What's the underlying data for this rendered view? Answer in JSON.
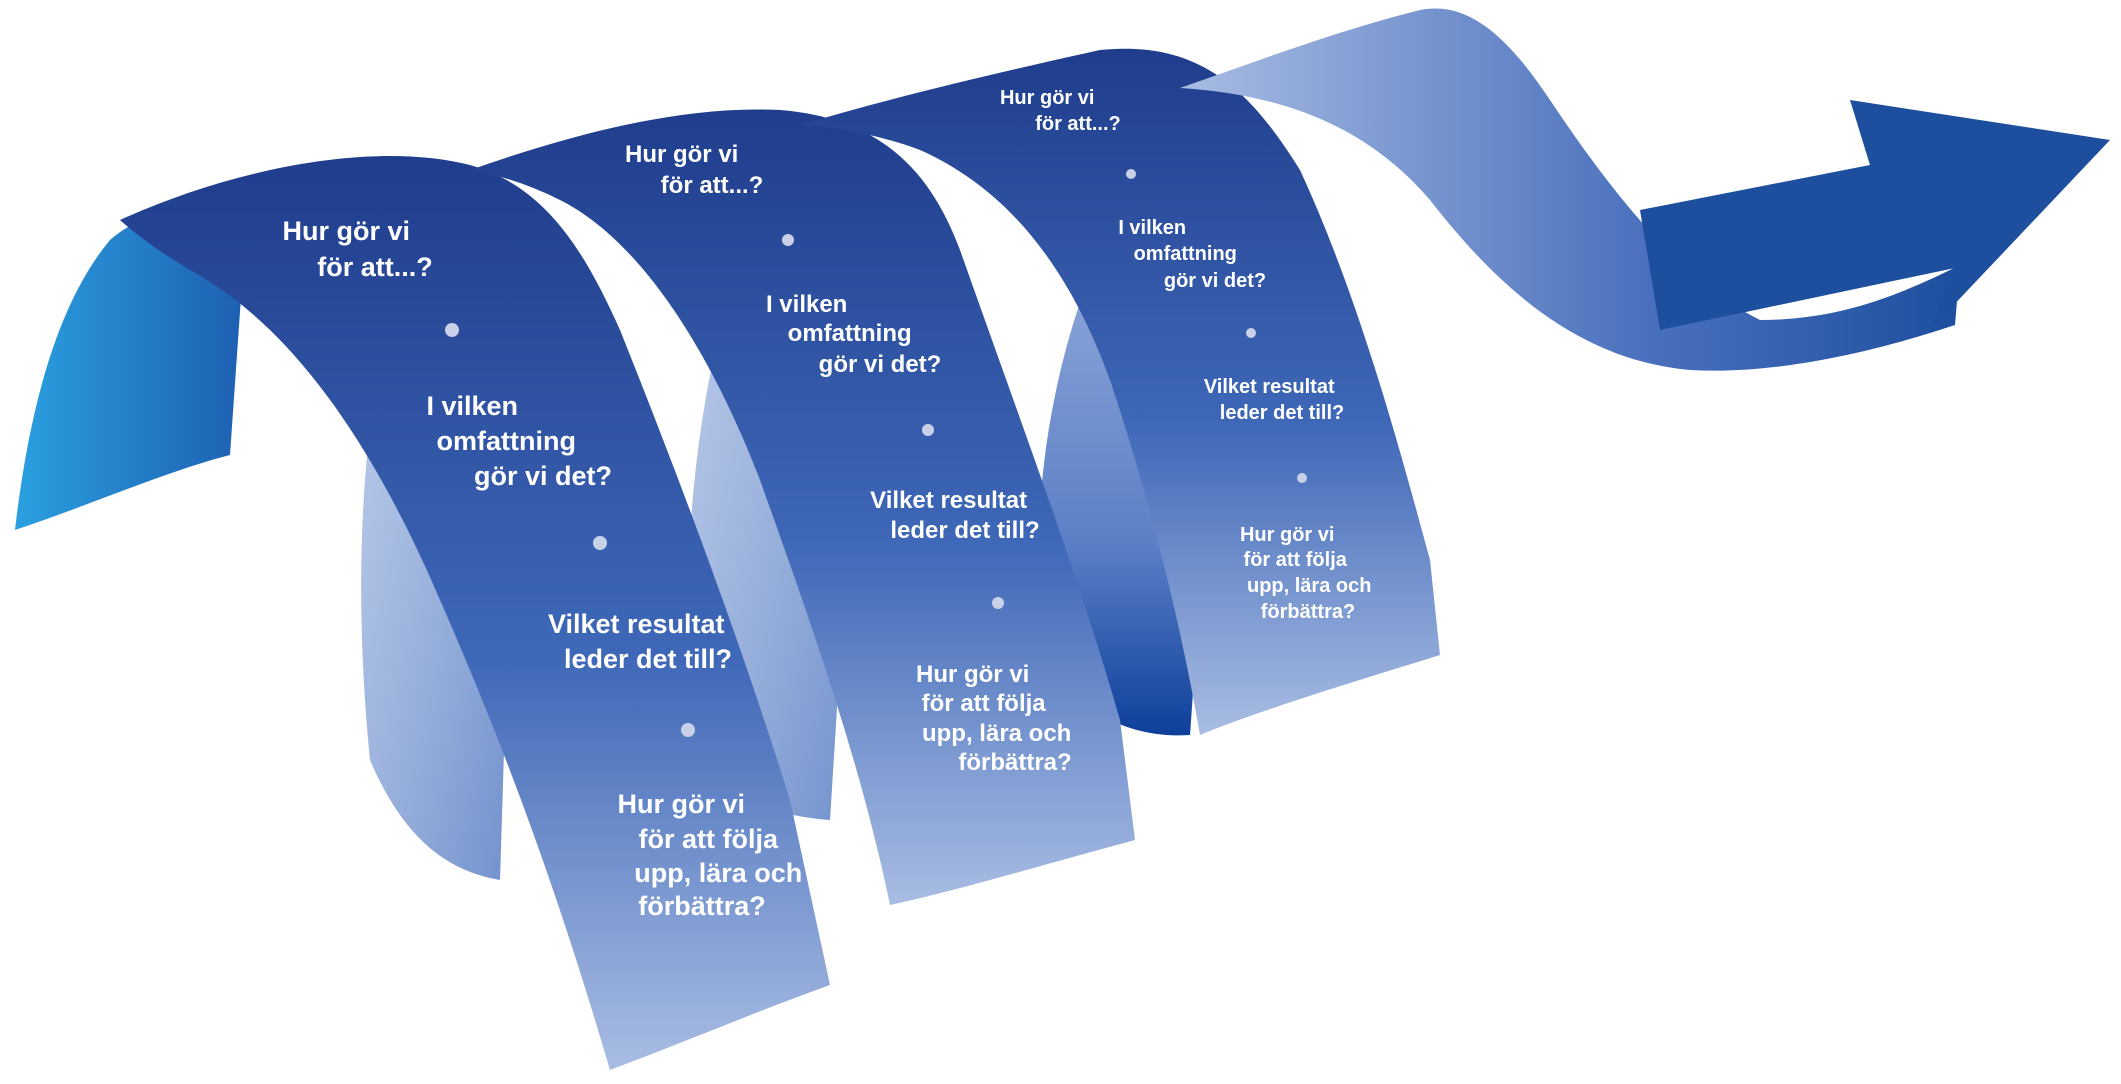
{
  "loops": [
    {
      "questions": [
        [
          "Hur gör vi",
          "för att...?"
        ],
        [
          "I vilken",
          "omfattning",
          "gör vi det?"
        ],
        [
          "Vilket resultat",
          "leder det till?"
        ],
        [
          "Hur gör vi",
          "för att följa",
          "upp, lära och",
          "förbättra?"
        ]
      ]
    },
    {
      "questions": [
        [
          "Hur gör vi",
          "för att...?"
        ],
        [
          "I vilken",
          "omfattning",
          "gör vi det?"
        ],
        [
          "Vilket resultat",
          "leder det till?"
        ],
        [
          "Hur gör vi",
          "för att följa",
          "upp, lära och",
          "förbättra?"
        ]
      ]
    },
    {
      "questions": [
        [
          "Hur gör vi",
          "för att...?"
        ],
        [
          "I vilken",
          "omfattning",
          "gör vi det?"
        ],
        [
          "Vilket resultat",
          "leder det till?"
        ],
        [
          "Hur gör vi",
          "för att följa",
          "upp, lära och",
          "förbättra?"
        ]
      ]
    }
  ],
  "colors": {
    "ribbon_dark": "#1f3d8c",
    "ribbon_mid": "#3f68b8",
    "ribbon_light": "#a9bde3",
    "ribbon_cyan": "#2a8fd6",
    "arrow": "#1d4f9e",
    "text": "#ffffff",
    "dot": "#c9d1e8"
  }
}
